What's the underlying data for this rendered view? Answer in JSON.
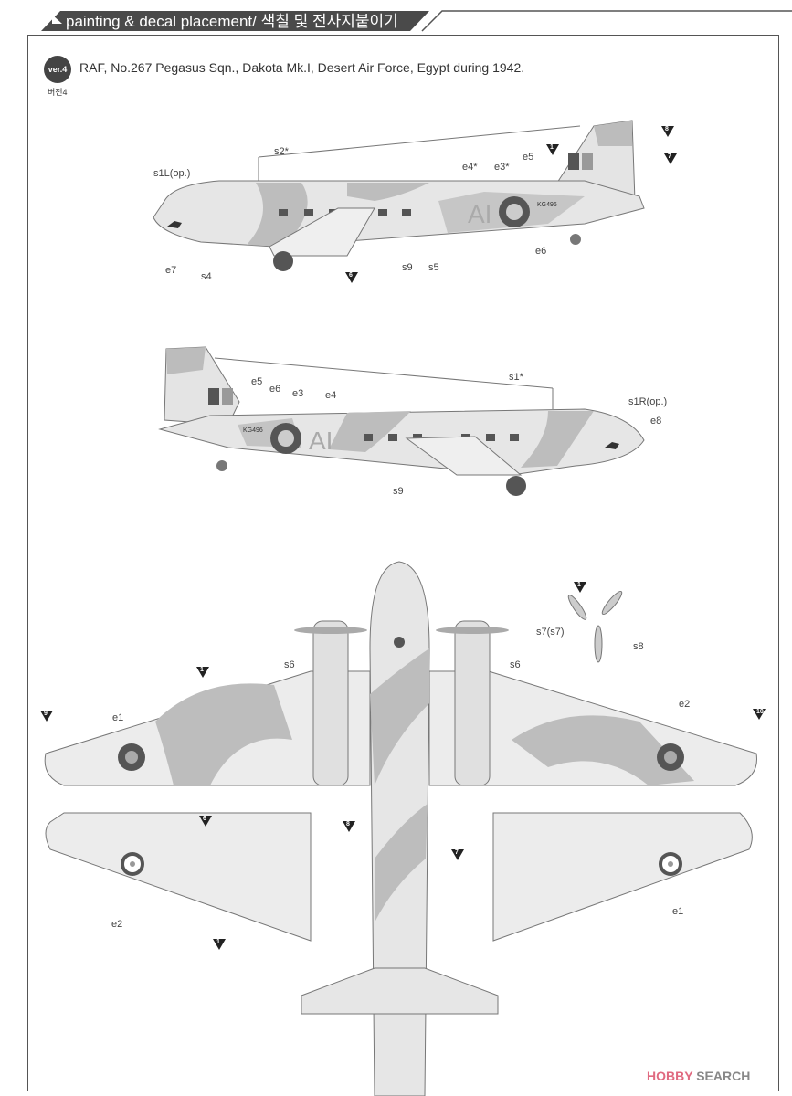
{
  "header": {
    "title": "painting & decal placement/ 색칠 및 전사지붙이기"
  },
  "version": {
    "badge": "ver.4",
    "sub": "버전4",
    "description": "RAF, No.267 Pegasus Sqn., Dakota Mk.I, Desert Air Force, Egypt during 1942."
  },
  "side_view_left": {
    "labels": {
      "s1L": "s1L(op.)",
      "s2": "s2*",
      "e4": "e4*",
      "e3": "e3*",
      "e5": "e5",
      "e7": "e7",
      "s4": "s4",
      "s9": "s9",
      "s5": "s5",
      "e6": "e6"
    },
    "callouts": [
      "8",
      "1",
      "7",
      "6"
    ],
    "code_letters": "AI",
    "serial": "KG496"
  },
  "side_view_right": {
    "labels": {
      "e5": "e5",
      "e6": "e6",
      "e3": "e3",
      "e4": "e4",
      "s1": "s1*",
      "s1R": "s1R(op.)",
      "e8": "e8",
      "s9": "s9"
    },
    "code_letters": "AI",
    "serial": "KG496"
  },
  "top_view": {
    "labels": {
      "s6_left": "s6",
      "s6_right": "s6",
      "e1_upper": "e1",
      "e2_upper": "e2",
      "e2_lower": "e2",
      "e1_lower": "e1",
      "s7": "s7(s7)",
      "s8": "s8"
    },
    "callouts": [
      "1",
      "9",
      "10",
      "6",
      "8",
      "7",
      "1",
      "1"
    ]
  },
  "colors": {
    "camo_dark": "#b9b9b9",
    "camo_light": "#e9e9e9",
    "roundel": "#555555",
    "header_bar": "#4a4a4a"
  },
  "watermark": {
    "brand_a": "HOBBY",
    "brand_b": " SEARCH"
  }
}
